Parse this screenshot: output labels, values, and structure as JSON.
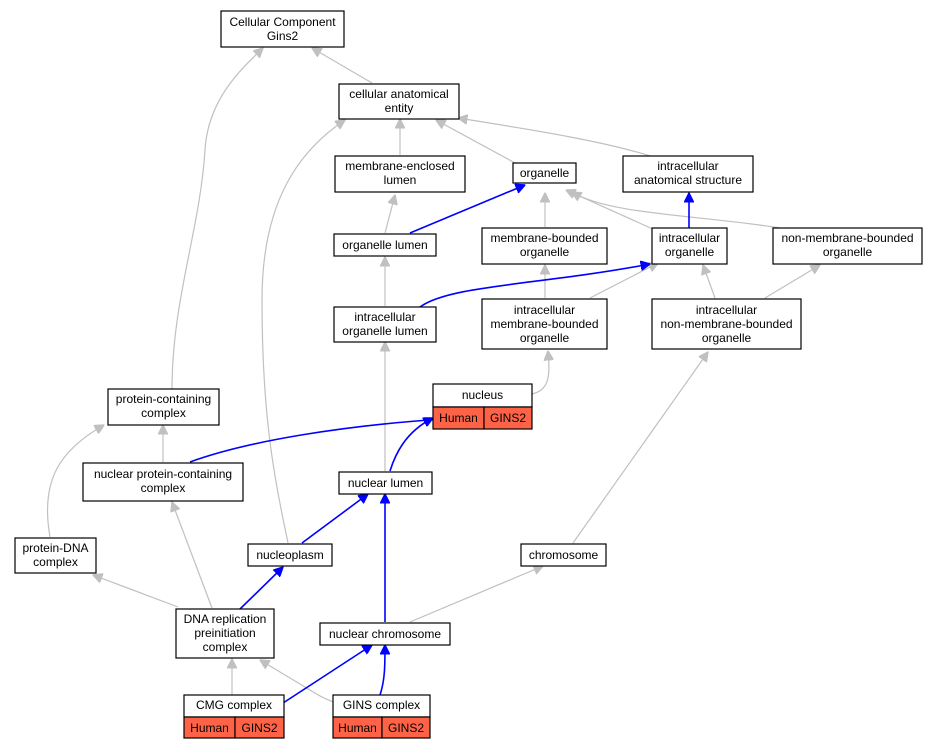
{
  "nodes": {
    "root": [
      "Cellular Component",
      "Gins2"
    ],
    "cellular_anatomical_entity": [
      "cellular anatomical",
      "entity"
    ],
    "membrane_enclosed_lumen": [
      "membrane-enclosed",
      "lumen"
    ],
    "organelle": [
      "organelle"
    ],
    "intracellular_anatomical_structure": [
      "intracellular",
      "anatomical structure"
    ],
    "organelle_lumen": [
      "organelle lumen"
    ],
    "membrane_bounded_organelle": [
      "membrane-bounded",
      "organelle"
    ],
    "intracellular_organelle": [
      "intracellular",
      "organelle"
    ],
    "non_membrane_bounded_organelle": [
      "non-membrane-bounded",
      "organelle"
    ],
    "intracellular_organelle_lumen": [
      "intracellular",
      "organelle lumen"
    ],
    "intracellular_membrane_bounded_organelle": [
      "intracellular",
      "membrane-bounded",
      "organelle"
    ],
    "intracellular_non_membrane_bounded_organelle": [
      "intracellular",
      "non-membrane-bounded",
      "organelle"
    ],
    "nucleus": [
      "nucleus"
    ],
    "protein_containing_complex": [
      "protein-containing",
      "complex"
    ],
    "nuclear_protein_containing_complex": [
      "nuclear protein-containing",
      "complex"
    ],
    "nuclear_lumen": [
      "nuclear lumen"
    ],
    "protein_dna_complex": [
      "protein-DNA",
      "complex"
    ],
    "nucleoplasm": [
      "nucleoplasm"
    ],
    "chromosome": [
      "chromosome"
    ],
    "dna_replication_preinitiation_complex": [
      "DNA replication",
      "preinitiation",
      "complex"
    ],
    "nuclear_chromosome": [
      "nuclear chromosome"
    ],
    "cmg_complex": [
      "CMG complex"
    ],
    "gins_complex": [
      "GINS complex"
    ]
  },
  "annotations": {
    "species": "Human",
    "gene": "GINS2"
  },
  "colors": {
    "annotation_fill": "#ff6347",
    "edge_is_a": "#c0c0c0",
    "edge_part_of": "#0000ff"
  }
}
